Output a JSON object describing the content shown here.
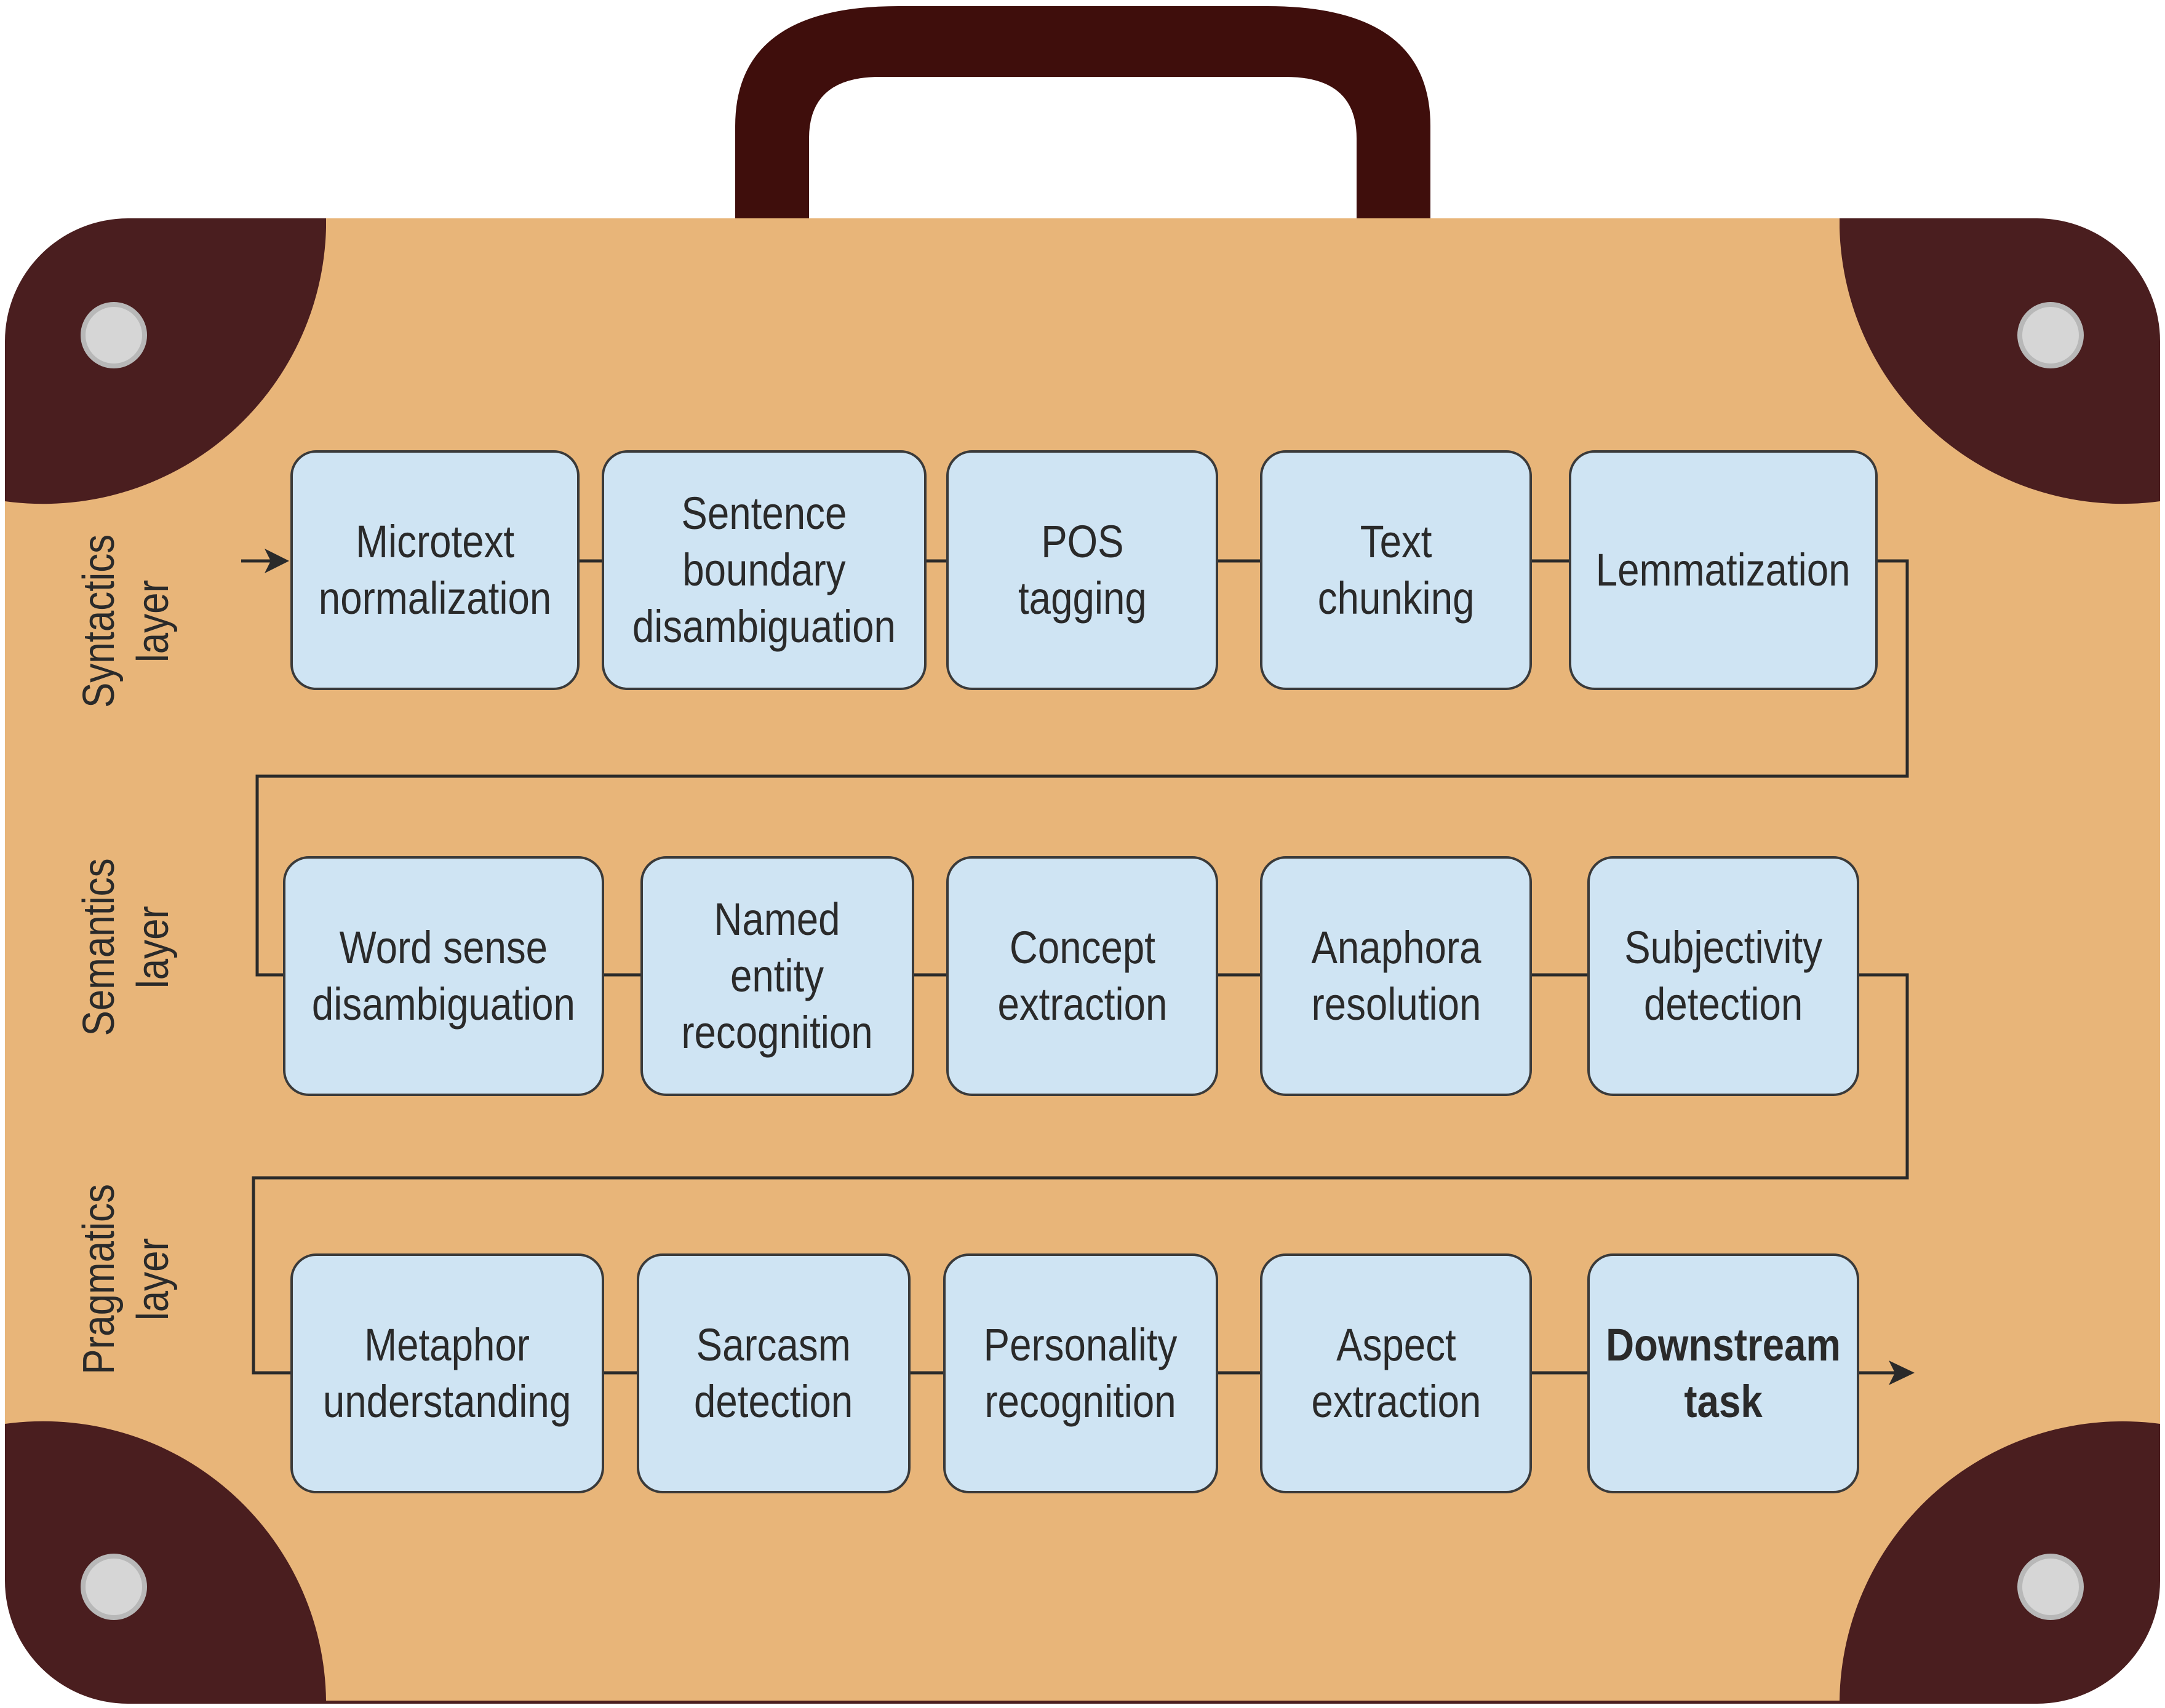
{
  "colors": {
    "case_body": "#e8b579",
    "case_corner": "#4a1e1f",
    "handle": "#3f0e0c",
    "box_fill": "#cfe4f3",
    "box_border": "#3a3a3a",
    "line": "#2a2a2a",
    "rivet": "#d6d6d6"
  },
  "layers": [
    {
      "label": "Syntactics\nlayer",
      "steps": [
        "Microtext\nnormalization",
        "Sentence\nboundary\ndisambiguation",
        "POS\ntagging",
        "Text\nchunking",
        "Lemmatization"
      ]
    },
    {
      "label": "Semantics\nlayer",
      "steps": [
        "Word sense\ndisambiguation",
        "Named\nentity\nrecognition",
        "Concept\nextraction",
        "Anaphora\nresolution",
        "Subjectivity\ndetection"
      ]
    },
    {
      "label": "Pragmatics\nlayer",
      "steps": [
        "Metaphor\nunderstanding",
        "Sarcasm\ndetection",
        "Personality\nrecognition",
        "Aspect\nextraction",
        "Downstream\ntask"
      ]
    }
  ]
}
